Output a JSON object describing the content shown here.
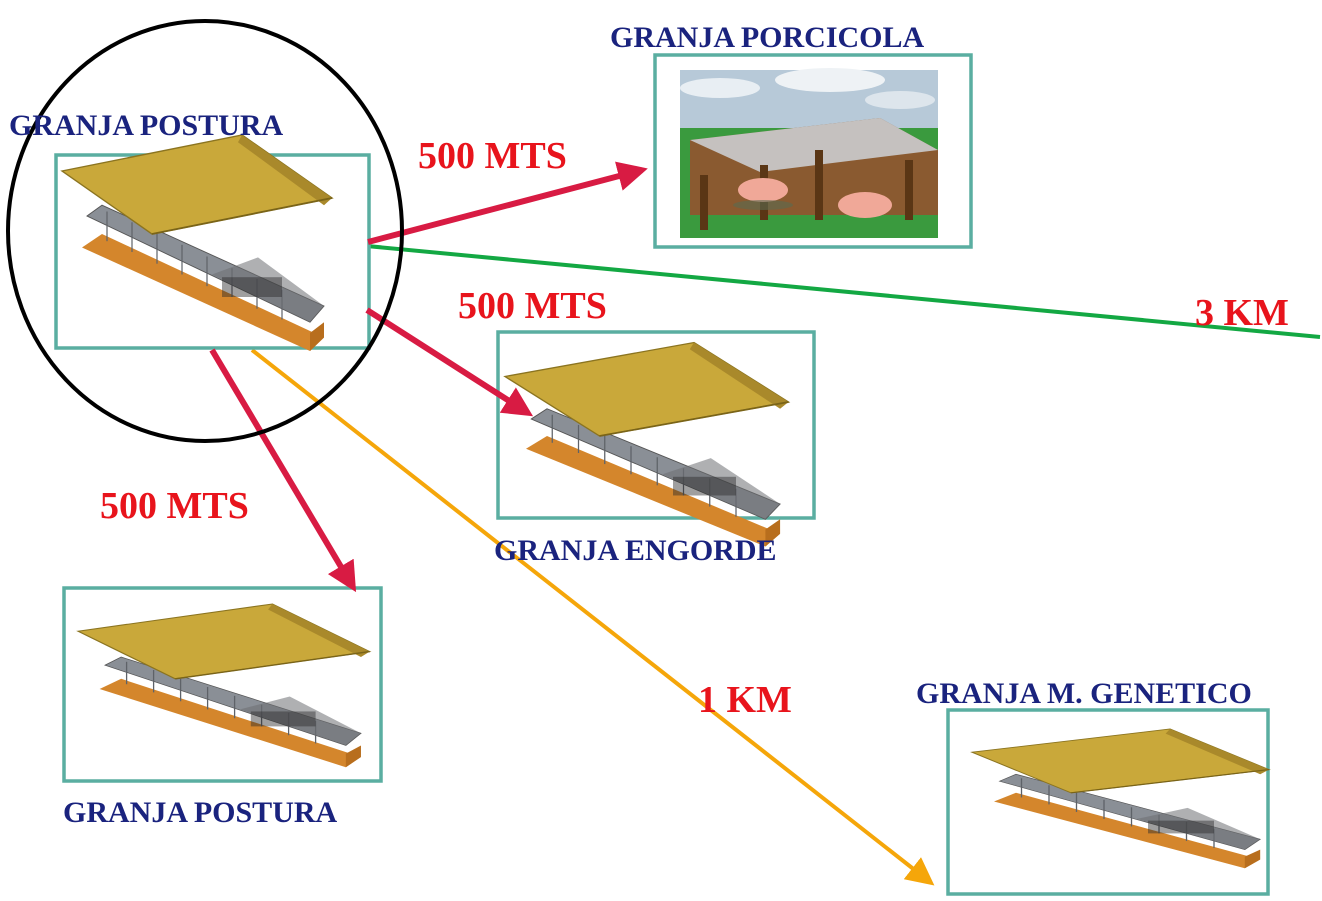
{
  "farms": {
    "postura_main": {
      "label": "GRANJA POSTURA"
    },
    "porcicola": {
      "label": "GRANJA PORCICOLA"
    },
    "engorde": {
      "label": "GRANJA ENGORDE"
    },
    "postura_second": {
      "label": "GRANJA POSTURA"
    },
    "genetico": {
      "label": "GRANJA M. GENETICO"
    }
  },
  "distances": {
    "to_porcicola": "500 MTS",
    "to_engorde": "500 MTS",
    "to_postura": "500 MTS",
    "to_genetico": "1 KM",
    "far": "3 KM"
  },
  "colors": {
    "frame": "#5aaea1",
    "label_blue": "#1a237e",
    "distance_red": "#e8141c",
    "arrow_crimson": "#d81b43",
    "line_green": "#13a843",
    "line_orange": "#f5a60a",
    "roof": "#c9a83a"
  }
}
